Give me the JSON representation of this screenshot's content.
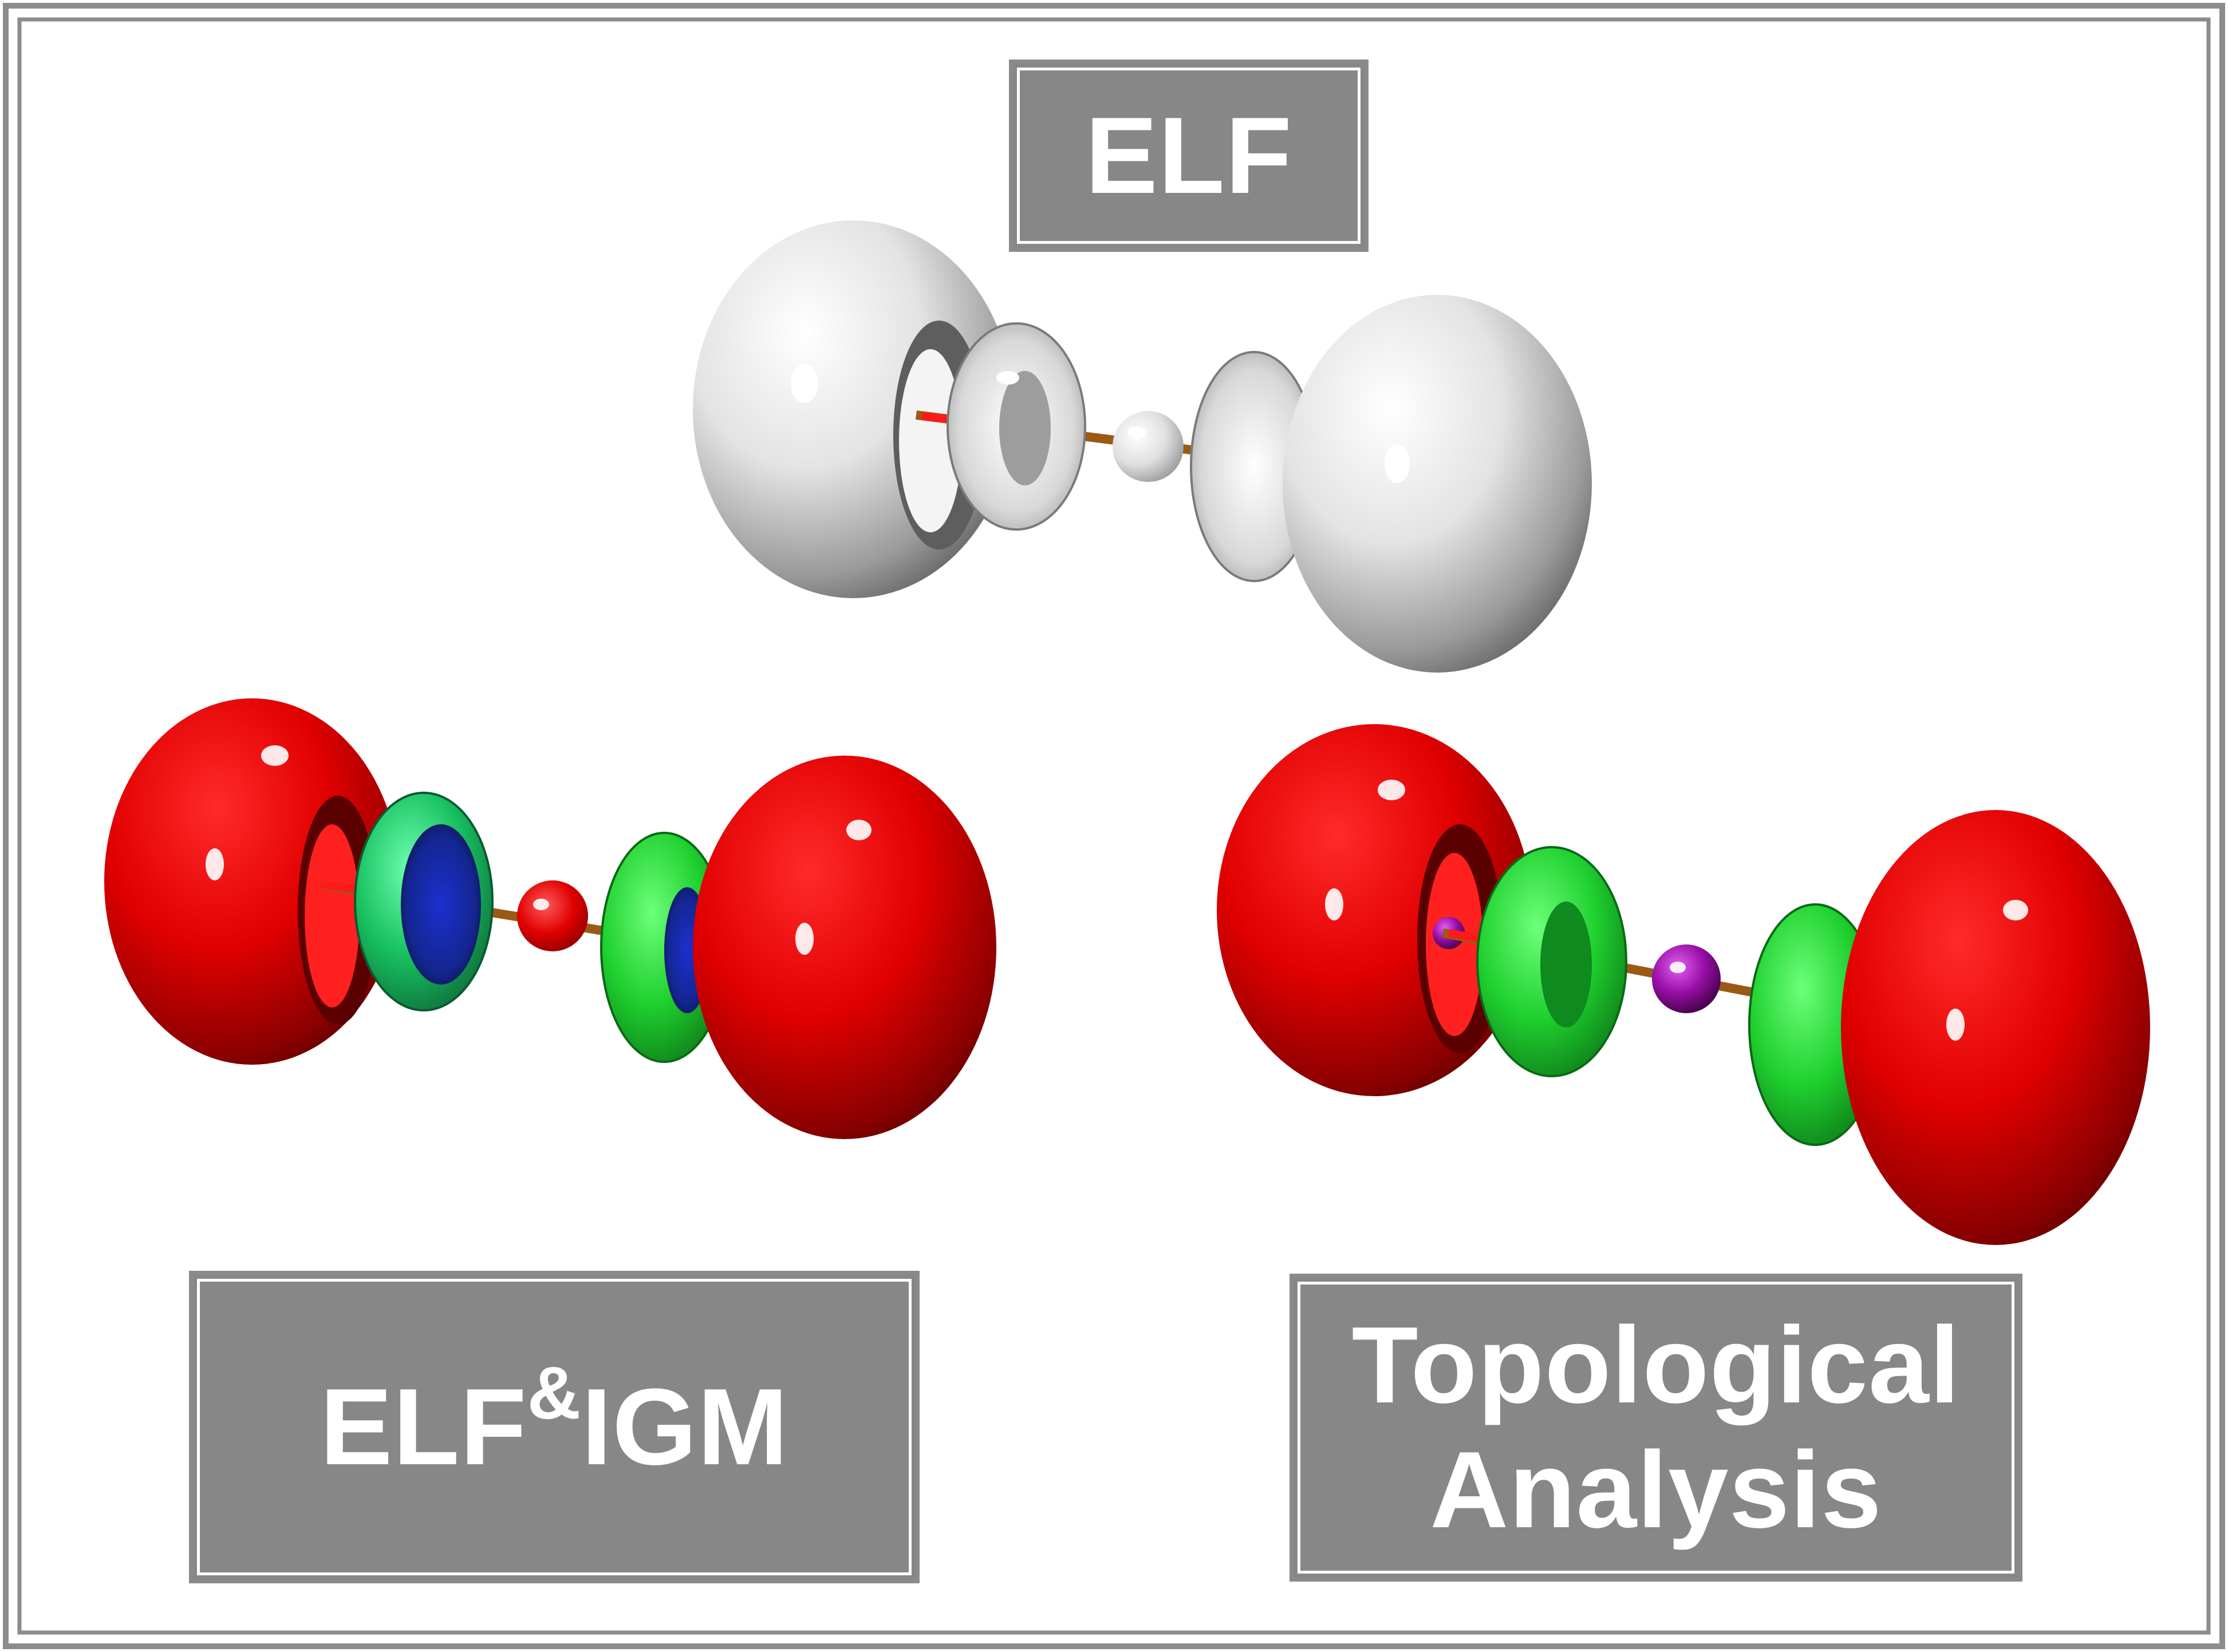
{
  "labels": {
    "elf": "ELF",
    "elf_igm_left": "ELF",
    "elf_igm_amp": "&",
    "elf_igm_right": "IGM",
    "topological_line1": "Topological",
    "topological_line2": "Analysis"
  },
  "colors": {
    "label_background": "#878787",
    "label_text": "#ffffff",
    "frame": "#8c8c8c",
    "elf_surface": "#e6e6e6",
    "igm_red": "#e00000",
    "igm_green": "#1fc44a",
    "igm_blue": "#1a2fb5",
    "topo_red": "#e40000",
    "topo_green": "#22d22a",
    "topo_purple": "#9a0fa8",
    "bond": "#9a5a14"
  }
}
